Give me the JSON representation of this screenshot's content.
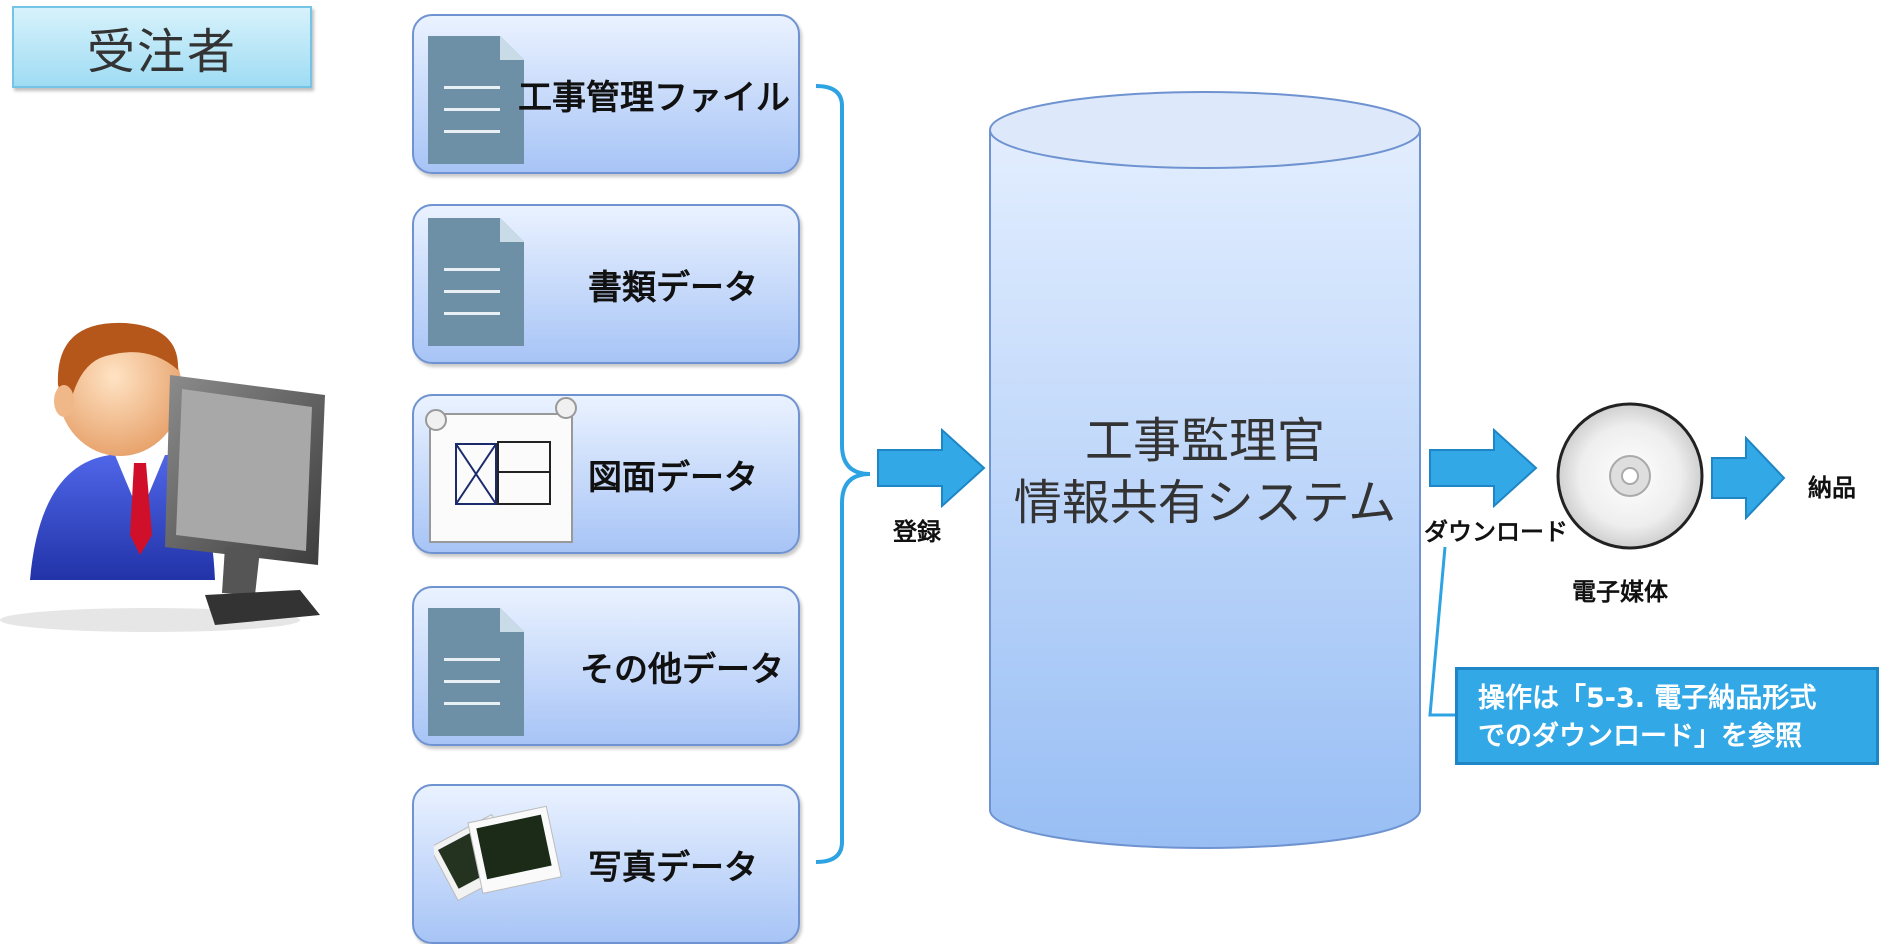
{
  "actor": {
    "label": "受注者"
  },
  "cards": [
    {
      "label": "工事管理ファイル",
      "icon": "document-icon"
    },
    {
      "label": "書類データ",
      "icon": "document-icon"
    },
    {
      "label": "図面データ",
      "icon": "drawing-scroll-icon"
    },
    {
      "label": "その他データ",
      "icon": "document-icon"
    },
    {
      "label": "写真データ",
      "icon": "photos-icon"
    }
  ],
  "flow": {
    "register_label": "登録",
    "download_label": "ダウンロード",
    "media_label": "電子媒体",
    "delivery_label": "納品"
  },
  "system": {
    "title_line1": "工事監理官",
    "title_line2": "情報共有システム"
  },
  "note": {
    "line1": "操作は「5-3. 電子納品形式",
    "line2": "でのダウンロード」を参照"
  },
  "colors": {
    "arrow": "#33a8e6",
    "bracket": "#2ea3e3",
    "card_border": "#6f93d0"
  }
}
